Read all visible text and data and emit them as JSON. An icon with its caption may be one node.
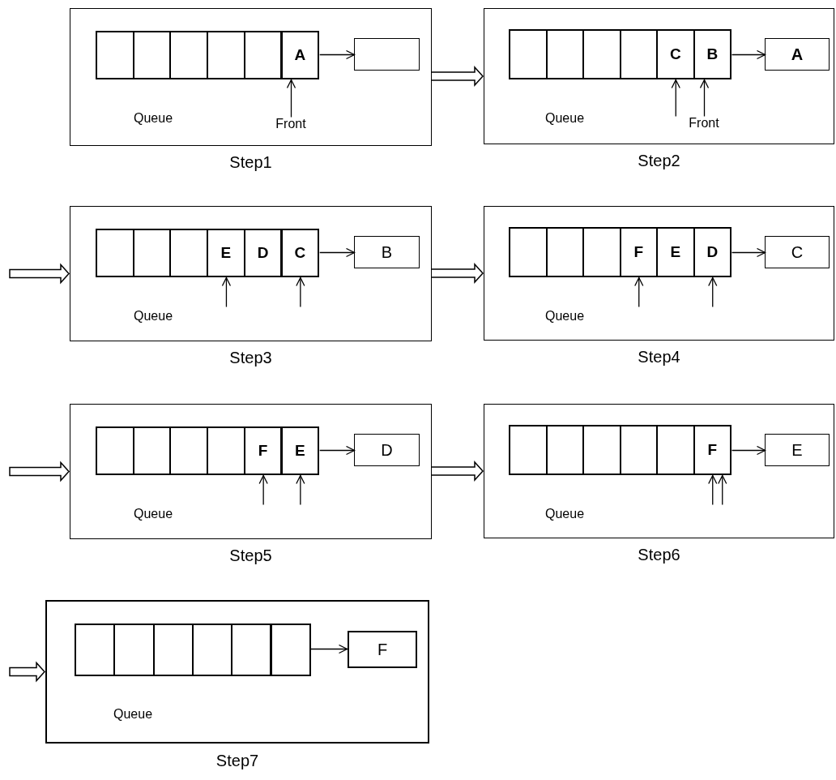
{
  "diagram": {
    "nodes": [
      {
        "text": [
          "Step1"
        ]
      },
      {
        "text": [],
        "shape": "box",
        "in": 0
      },
      {
        "text": [],
        "shape": "box",
        "in": 0
      },
      {
        "text": [],
        "shape": "box",
        "in": 0
      },
      {
        "text": [],
        "shape": "box",
        "in": 0
      },
      {
        "text": [],
        "shape": "box",
        "in": 0
      },
      {
        "text": [
          "A"
        ],
        "in": 0
      },
      {
        "text": [],
        "shape": "box",
        "in": 0
      },
      {
        "text": [
          "Front"
        ],
        "in": 0
      },
      {
        "text": [
          "Step2"
        ]
      },
      {
        "text": [],
        "shape": "box",
        "in": 9
      },
      {
        "text": [],
        "shape": "box",
        "in": 9
      },
      {
        "text": [],
        "shape": "box",
        "in": 9
      },
      {
        "text": [],
        "shape": "box",
        "in": 9
      },
      {
        "text": [
          "C"
        ],
        "in": 9
      },
      {
        "text": [
          "B"
        ],
        "in": 9
      },
      {
        "text": [
          "A"
        ],
        "in": 9
      },
      {
        "text": [
          "Front"
        ],
        "in": 9
      },
      {
        "text": [
          "Step3"
        ]
      },
      {
        "text": [],
        "shape": "box",
        "in": 18
      },
      {
        "text": [],
        "shape": "box",
        "in": 18
      },
      {
        "text": [],
        "shape": "box",
        "in": 18
      },
      {
        "text": [
          "E"
        ],
        "in": 18
      },
      {
        "text": [
          "D"
        ],
        "in": 18
      },
      {
        "text": [
          "C"
        ],
        "in": 18
      },
      {
        "text": [
          "B"
        ],
        "in": 18
      },
      {
        "text": [
          "Step4"
        ]
      },
      {
        "text": [],
        "shape": "box",
        "in": 26
      },
      {
        "text": [],
        "shape": "box",
        "in": 26
      },
      {
        "text": [],
        "shape": "box",
        "in": 26
      },
      {
        "text": [
          "F"
        ],
        "in": 26
      },
      {
        "text": [
          "E"
        ],
        "in": 26
      },
      {
        "text": [
          "D"
        ],
        "in": 26
      },
      {
        "text": [
          "C"
        ],
        "in": 26
      },
      {
        "text": [
          "Step5"
        ]
      },
      {
        "text": [],
        "shape": "box",
        "in": 34
      },
      {
        "text": [],
        "shape": "box",
        "in": 34
      },
      {
        "text": [],
        "shape": "box",
        "in": 34
      },
      {
        "text": [],
        "shape": "box",
        "in": 34
      },
      {
        "text": [
          "F"
        ],
        "in": 34
      },
      {
        "text": [
          "E"
        ],
        "in": 34
      },
      {
        "text": [
          "D"
        ],
        "in": 34
      },
      {
        "text": [
          "Step6"
        ]
      },
      {
        "text": [],
        "shape": "box",
        "in": 42
      },
      {
        "text": [],
        "shape": "box",
        "in": 42
      },
      {
        "text": [],
        "shape": "box",
        "in": 42
      },
      {
        "text": [],
        "shape": "box",
        "in": 42
      },
      {
        "text": [],
        "shape": "box",
        "in": 42
      },
      {
        "text": [
          "F"
        ],
        "in": 42
      },
      {
        "text": [
          "E"
        ],
        "in": 42
      },
      {
        "text": [
          "Step7"
        ]
      },
      {
        "text": [],
        "shape": "box",
        "in": 50
      },
      {
        "text": [],
        "shape": "box",
        "in": 50
      },
      {
        "text": [],
        "shape": "box",
        "in": 50
      },
      {
        "text": [],
        "shape": "box",
        "in": 50
      },
      {
        "text": [],
        "shape": "box",
        "in": 50
      },
      {
        "text": [],
        "shape": "box",
        "in": 50
      },
      {
        "text": [
          "F"
        ],
        "in": 50
      }
    ],
    "edges": [
      {
        "from": 0,
        "to": 9,
        "arrow": "to",
        "style": "thick"
      },
      {
        "from": 6,
        "to": 7,
        "arrow": "to"
      },
      {
        "from": 8,
        "to": 6,
        "arrow": "to"
      },
      {
        "from": 15,
        "to": 16,
        "arrow": "to"
      },
      {
        "from": 17,
        "to": 14,
        "arrow": "to"
      },
      {
        "from": 17,
        "to": 15,
        "arrow": "to"
      },
      {
        "from": null,
        "to": 18,
        "arrow": "to",
        "style": "thick"
      },
      {
        "from": 24,
        "to": 25,
        "arrow": "to"
      },
      {
        "from": null,
        "to": 22,
        "arrow": "to"
      },
      {
        "from": null,
        "to": 24,
        "arrow": "to"
      },
      {
        "from": 18,
        "to": 26,
        "arrow": "to",
        "style": "thick"
      },
      {
        "from": 32,
        "to": 33,
        "arrow": "to"
      },
      {
        "from": null,
        "to": 30,
        "arrow": "to"
      },
      {
        "from": null,
        "to": 32,
        "arrow": "to"
      },
      {
        "from": null,
        "to": 34,
        "arrow": "to",
        "style": "thick"
      },
      {
        "from": 40,
        "to": 41,
        "arrow": "to"
      },
      {
        "from": null,
        "to": 39,
        "arrow": "to"
      },
      {
        "from": null,
        "to": 40,
        "arrow": "to"
      },
      {
        "from": 34,
        "to": 42,
        "arrow": "to",
        "style": "thick"
      },
      {
        "from": 48,
        "to": 49,
        "arrow": "to"
      },
      {
        "from": null,
        "to": 48,
        "arrow": "to"
      },
      {
        "from": null,
        "to": 48,
        "arrow": "to"
      },
      {
        "from": null,
        "to": 50,
        "arrow": "to",
        "style": "thick"
      },
      {
        "from": 56,
        "to": 57,
        "arrow": "to"
      }
    ],
    "labels": [
      "Queue",
      "Queue",
      "Queue",
      "Queue",
      "Queue",
      "Queue",
      "Queue"
    ]
  }
}
